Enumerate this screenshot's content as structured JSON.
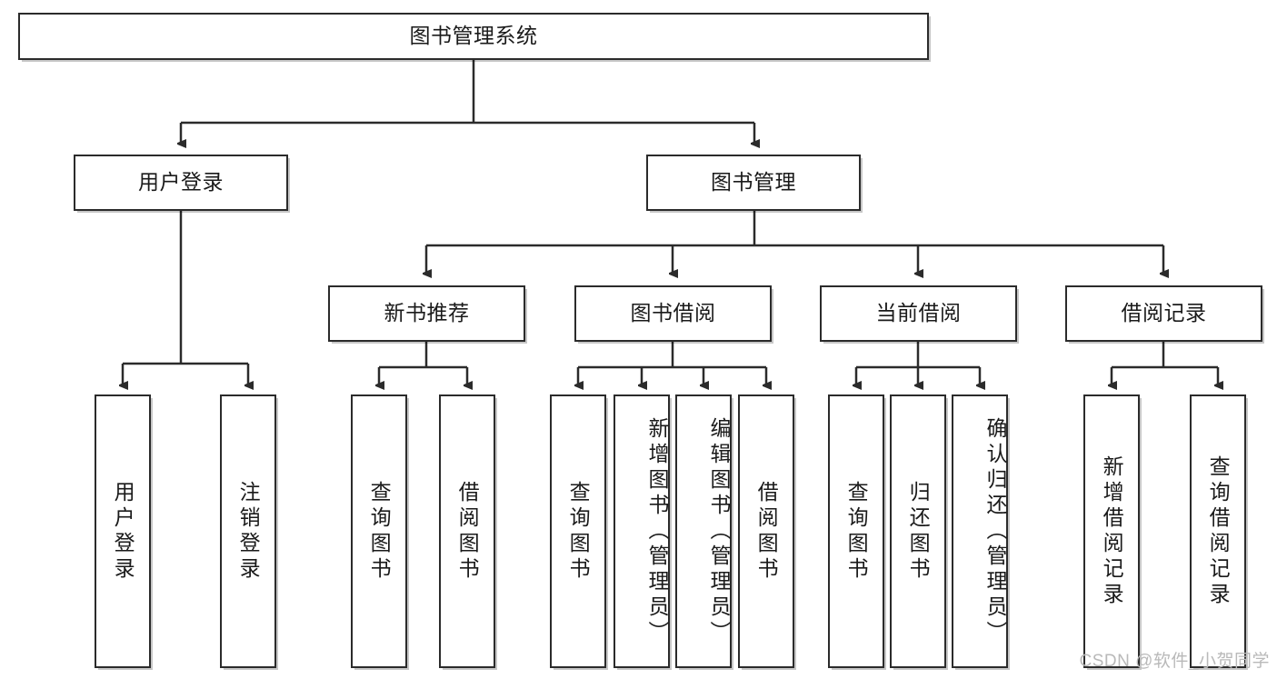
{
  "diagram": {
    "title": "图书管理系统",
    "type": "hierarchy-tree",
    "root": {
      "id": "root",
      "label": "图书管理系统"
    },
    "level2": [
      {
        "id": "user-login",
        "label": "用户登录"
      },
      {
        "id": "book-manage",
        "label": "图书管理"
      }
    ],
    "level3": [
      {
        "id": "new-book-recommend",
        "label": "新书推荐"
      },
      {
        "id": "book-borrow",
        "label": "图书借阅"
      },
      {
        "id": "current-borrow",
        "label": "当前借阅"
      },
      {
        "id": "borrow-record",
        "label": "借阅记录"
      }
    ],
    "leaves": {
      "user_login": [
        {
          "id": "leaf-user-login",
          "label": "用户登录"
        },
        {
          "id": "leaf-logout-login",
          "label": "注销登录"
        }
      ],
      "new_book_recommend": [
        {
          "id": "leaf-query-book-1",
          "label": "查询图书"
        },
        {
          "id": "leaf-borrow-book-1",
          "label": "借阅图书"
        }
      ],
      "book_borrow": [
        {
          "id": "leaf-query-book-2",
          "label": "查询图书"
        },
        {
          "id": "leaf-add-book",
          "label": "新增图书（管理员）"
        },
        {
          "id": "leaf-edit-book",
          "label": "编辑图书（管理员）"
        },
        {
          "id": "leaf-borrow-book-2",
          "label": "借阅图书"
        }
      ],
      "current_borrow": [
        {
          "id": "leaf-query-book-3",
          "label": "查询图书"
        },
        {
          "id": "leaf-return-book",
          "label": "归还图书"
        },
        {
          "id": "leaf-confirm-return",
          "label": "确认归还（管理员）"
        }
      ],
      "borrow_record": [
        {
          "id": "leaf-add-record",
          "label": "新增借阅记录"
        },
        {
          "id": "leaf-query-record",
          "label": "查询借阅记录"
        }
      ]
    }
  },
  "watermark": {
    "text": "CSDN @软件_小贺同学"
  },
  "colors": {
    "stroke": "#2b2b2b",
    "background": "#ffffff",
    "text": "#1a1a1a",
    "watermark": "#b9b9b9"
  }
}
